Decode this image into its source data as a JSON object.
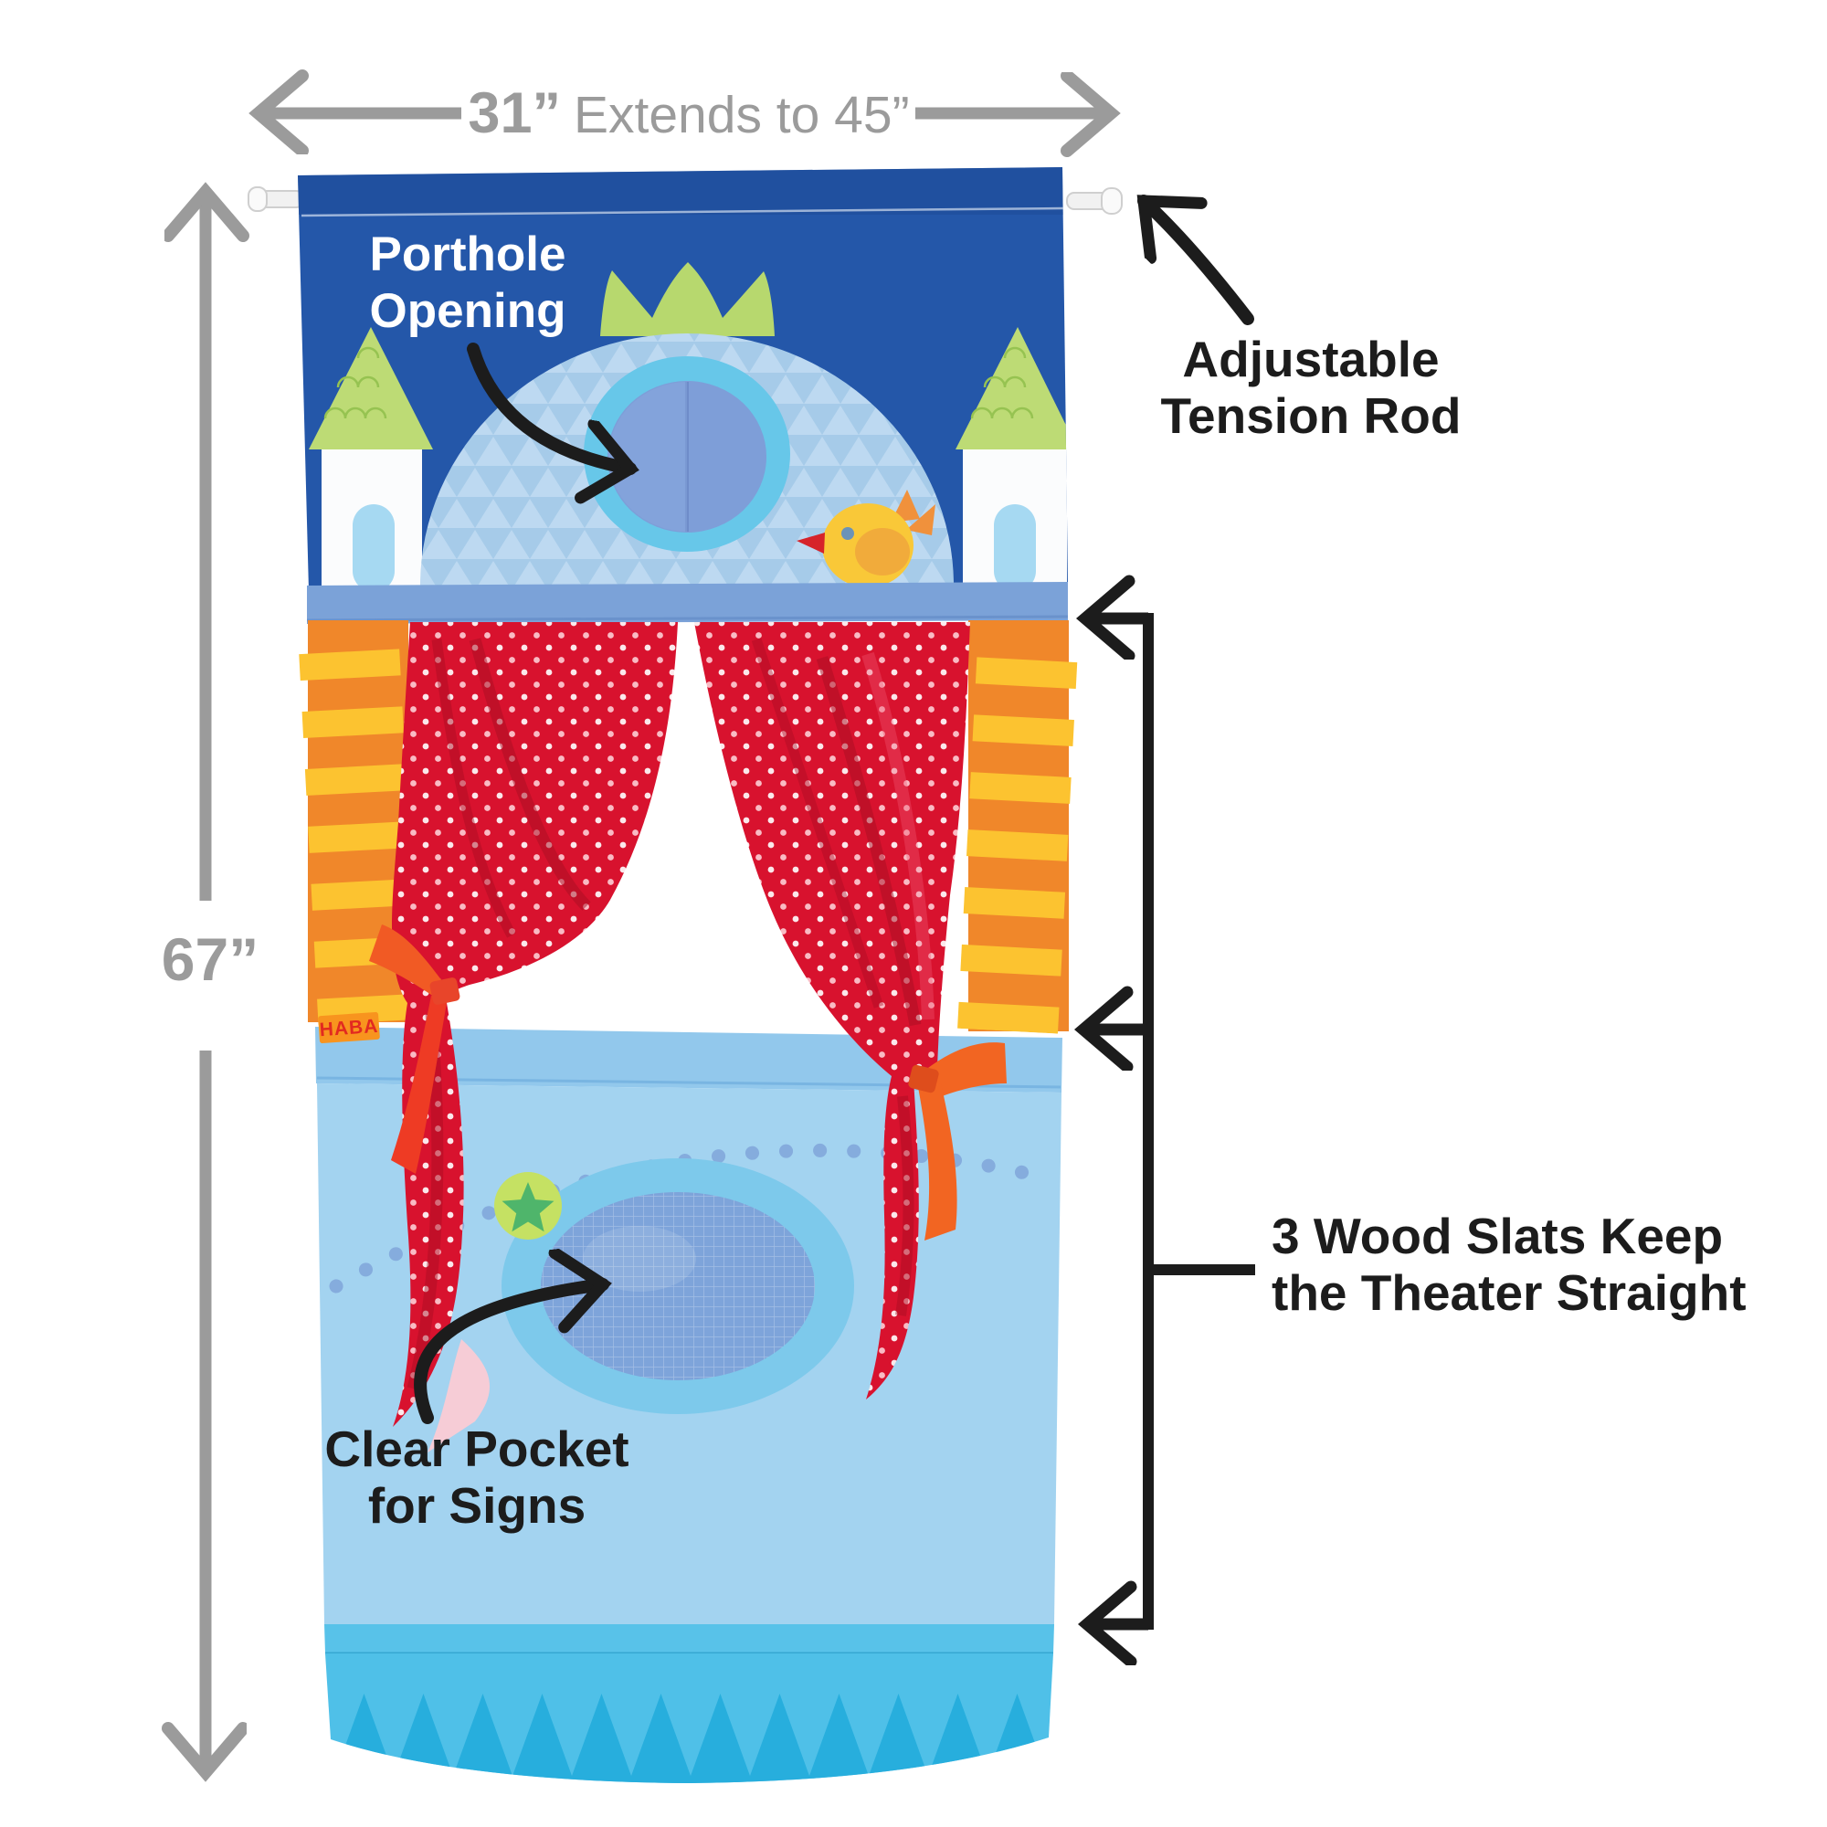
{
  "annotations": {
    "top_dimension": {
      "value": "31”",
      "suffix": "Extends to 45”"
    },
    "left_dimension": {
      "value": "67”"
    },
    "porthole_label": {
      "line1": "Porthole",
      "line2": "Opening"
    },
    "tension_rod_label": {
      "line1": "Adjustable",
      "line2": "Tension Rod"
    },
    "wood_slats_label": {
      "line1": "3 Wood Slats Keep",
      "line2": "the Theater Straight"
    },
    "clear_pocket_label": {
      "line1": "Clear Pocket",
      "line2": "for Signs"
    }
  },
  "theater": {
    "brand_tag": "HABA",
    "colors": {
      "annotation_black": "#1c1c1c",
      "dimension_gray": "#9b9b9b",
      "panel_blue": "#2457a9",
      "dome_light_blue": "#a6cbe9",
      "crown_green": "#b7d86e",
      "roof_green": "#bddb75",
      "tower_white": "#fbfcfd",
      "window_blue": "#a6d9f2",
      "porthole_ring": "#67c7e9",
      "porthole_flap": "#7e9ed8",
      "slat_bar_blue": "#7ba2d8",
      "middle_bar_blue": "#92c8ec",
      "column_orange": "#f0872a",
      "stripe_yellow": "#fcc330",
      "curtain_red": "#d8122e",
      "curtain_shadow_red": "#a80d22",
      "bow_orange": "#f15a24",
      "bow_red": "#ee3b24",
      "lower_panel_blue": "#a3d3f0",
      "dot_arc_blue": "#85acdd",
      "pocket_ring": "#7dc9eb",
      "pocket_mesh": "#7ea4da",
      "star_badge_green": "#c5e163",
      "star_green": "#4fb56b",
      "hem_blue": "#4fc0e8",
      "hem_band_blue": "#58c2e9",
      "zigzag_blue": "#27aedd",
      "bird_yellow": "#f9c838",
      "bird_orange": "#f0913c",
      "rod_white": "#f1f1f1"
    }
  }
}
